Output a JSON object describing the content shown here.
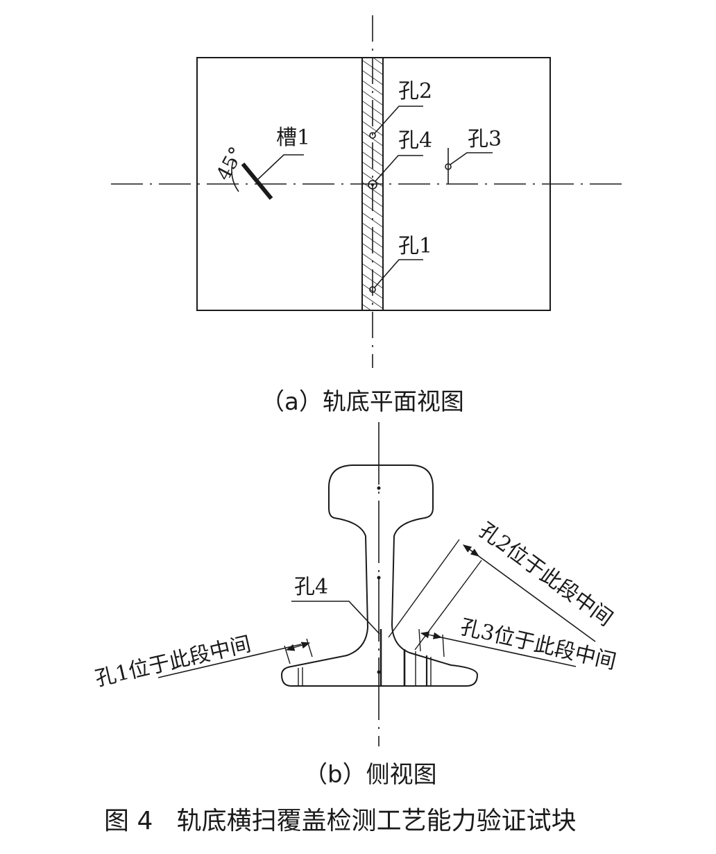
{
  "plan_view": {
    "caption": "（a）轨底平面视图",
    "angle_label": "45°",
    "slot_label": "槽1",
    "hole_labels": {
      "hole1": "孔1",
      "hole2": "孔2",
      "hole3": "孔3",
      "hole4": "孔4"
    }
  },
  "side_view": {
    "caption": "（b）侧视图",
    "hole4_label": "孔4",
    "hole1_note": "孔1位于此段中间",
    "hole2_note": "孔2位于此段中间",
    "hole3_note": "孔3位于此段中间"
  },
  "figure_caption": "图 4   轨底横扫覆盖检测工艺能力验证试块"
}
